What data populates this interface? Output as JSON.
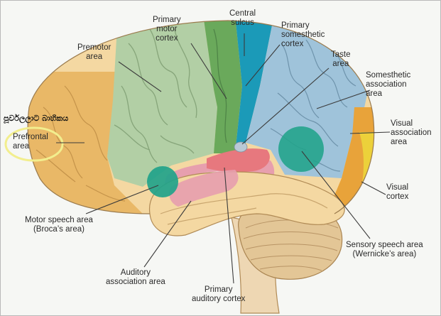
{
  "annotation": {
    "text": "පූර්ව‍ලලාට බාහිකය"
  },
  "labels": {
    "premotor": "Premotor\narea",
    "primary_motor": "Primary\nmotor\ncortex",
    "central_sulcus": "Central\nsulcus",
    "primary_somesthetic": "Primary\nsomesthetic\ncortex",
    "taste": "Taste\narea",
    "somesthetic_assoc": "Somesthetic\nassociation\narea",
    "prefrontal": "Prefrontal\narea",
    "visual_assoc": "Visual\nassociation\narea",
    "visual_cortex": "Visual\ncortex",
    "broca": "Motor speech area\n(Broca’s area)",
    "wernicke": "Sensory speech area\n(Wernicke’s area)",
    "auditory_assoc": "Auditory\nassociation area",
    "primary_auditory": "Primary\nauditory cortex"
  },
  "colors": {
    "prefrontal": "#e9b867",
    "premotor": "#b2cfa5",
    "primary_motor": "#6aa95b",
    "somesthetic_primary": "#1b9ab8",
    "somesthetic_assoc": "#9fc3da",
    "visual_assoc": "#e8a33a",
    "visual_cortex": "#ecd13a",
    "temporal": "#f4d8a2",
    "auditory_primary": "#e7787e",
    "auditory_assoc": "#e79fae",
    "speech_area": "#21a38a",
    "cerebellum": "#e3c696",
    "brainstem": "#eed7b3",
    "highlight_circle": "#f2ee8e"
  }
}
